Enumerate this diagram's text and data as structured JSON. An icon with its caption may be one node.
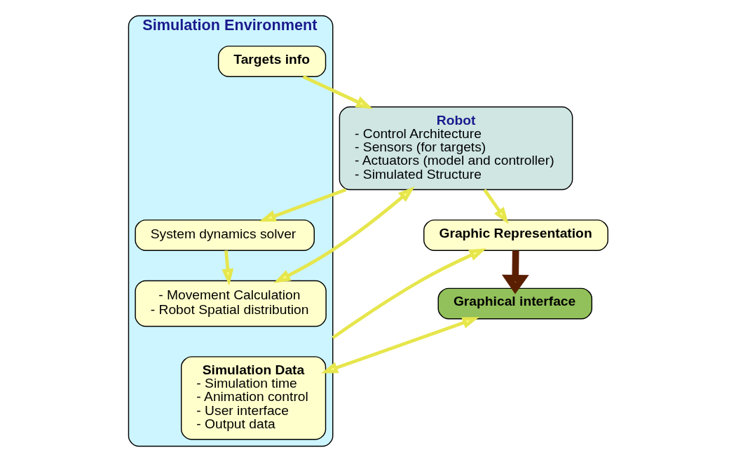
{
  "diagram": {
    "nodes": [
      {
        "text": [
          "Robot",
          "- Control Architecture",
          "- Sensors (for targets)",
          "- Actuators (model and controller)",
          "- Simulated Structure"
        ]
      },
      {
        "text": [
          "Simulation Environment"
        ]
      },
      {
        "text": [
          "Targets info"
        ],
        "in": 1
      },
      {
        "text": [
          "System dynamics solver"
        ],
        "in": 1
      },
      {
        "text": [
          "- Movement Calculation",
          "- Robot Spatial distribution"
        ],
        "in": 1
      },
      {
        "text": [
          "Simulation Data",
          "- Simulation time",
          "- Animation control",
          "- User interface",
          "- Output data"
        ],
        "in": 1
      },
      {
        "text": [
          "Graphic Representation"
        ]
      },
      {
        "text": [
          "Graphical interface"
        ]
      }
    ],
    "edges": [
      {
        "from": 2,
        "to": 0,
        "arrow": "to"
      },
      {
        "from": 0,
        "to": 3,
        "arrow": "to"
      },
      {
        "from": 3,
        "to": 4,
        "arrow": "to"
      },
      {
        "from": 0,
        "to": 4,
        "arrow": "both"
      },
      {
        "from": 0,
        "to": 6,
        "arrow": "to"
      },
      {
        "from": 1,
        "to": 6,
        "arrow": "to"
      },
      {
        "from": 6,
        "to": 7,
        "arrow": "to",
        "style": "thick",
        "color": "#5a1e00"
      },
      {
        "from": 7,
        "to": 5,
        "arrow": "both"
      }
    ]
  }
}
